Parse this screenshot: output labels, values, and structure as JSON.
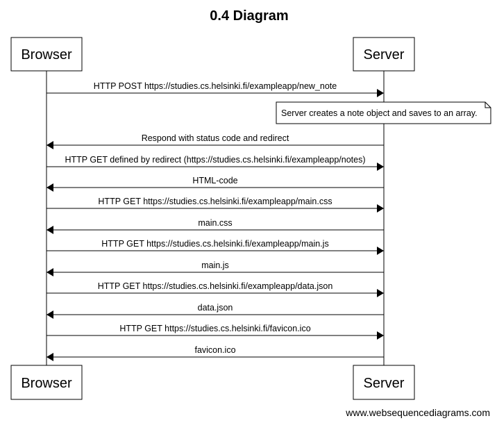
{
  "diagram": {
    "title": "0.4 Diagram",
    "actors": {
      "browser": "Browser",
      "server": "Server"
    },
    "messages": [
      {
        "from": "browser",
        "to": "server",
        "label": "HTTP POST https://studies.cs.helsinki.fi/exampleapp/new_note"
      },
      {
        "from": "server",
        "to": "browser",
        "label": "Respond with status code and redirect"
      },
      {
        "from": "browser",
        "to": "server",
        "label": "HTTP GET defined by redirect (https://studies.cs.helsinki.fi/exampleapp/notes)"
      },
      {
        "from": "server",
        "to": "browser",
        "label": "HTML-code"
      },
      {
        "from": "browser",
        "to": "server",
        "label": "HTTP GET https://studies.cs.helsinki.fi/exampleapp/main.css"
      },
      {
        "from": "server",
        "to": "browser",
        "label": "main.css"
      },
      {
        "from": "browser",
        "to": "server",
        "label": "HTTP GET https://studies.cs.helsinki.fi/exampleapp/main.js"
      },
      {
        "from": "server",
        "to": "browser",
        "label": "main.js"
      },
      {
        "from": "browser",
        "to": "server",
        "label": "HTTP GET https://studies.cs.helsinki.fi/exampleapp/data.json"
      },
      {
        "from": "server",
        "to": "browser",
        "label": "data.json"
      },
      {
        "from": "browser",
        "to": "server",
        "label": "HTTP GET https://studies.cs.helsinki.fi/favicon.ico"
      },
      {
        "from": "server",
        "to": "browser",
        "label": "favicon.ico"
      }
    ],
    "note": {
      "over": "server",
      "text": "Server creates a note object and saves to an array."
    },
    "footer": "www.websequencediagrams.com"
  }
}
